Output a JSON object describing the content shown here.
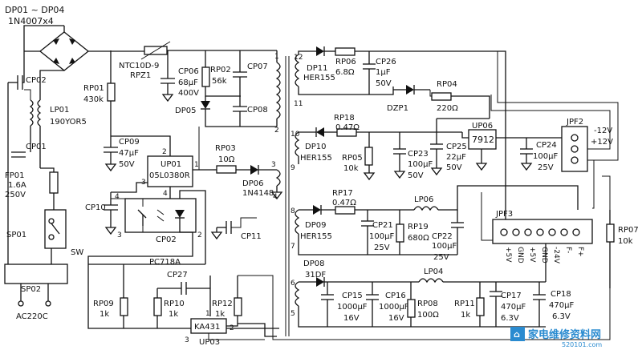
{
  "labels": {
    "dp01_04": "DP01 ~ DP04",
    "dp_type": "1N4007x4",
    "cp02": "CP02",
    "lp01": "LP01",
    "lp01_val": "190YOR5",
    "cp01": "CP01",
    "fp01": "FP01",
    "fp01_val1": "1.6A",
    "fp01_val2": "250V",
    "sp01": "SP01",
    "sw": "SW",
    "sp02": "SP02",
    "ac220": "AC220C",
    "ntc": "NTC10D-9",
    "rpz1": "RPZ1",
    "rp01": "RP01",
    "rp01_val": "430k",
    "cp06": "CP06",
    "cp06_v1": "68μF",
    "cp06_v2": "400V",
    "rp02": "RP02",
    "rp02_val": "56k",
    "cp07": "CP07",
    "cp08": "CP08",
    "dp05": "DP05",
    "cp09": "CP09",
    "cp09_v1": "47μF",
    "cp09_v2": "50V",
    "up01": "UP01",
    "up01_val": "05L0380R",
    "rp03": "RP03",
    "rp03_val": "10Ω",
    "dp06": "DP06",
    "dp06_val": "1N4148",
    "cp10": "CP10",
    "cp02b": "CP02",
    "cp11": "CP11",
    "pc718a": "PC718A",
    "cp27": "CP27",
    "rp09": "RP09",
    "rp09_val": "1k",
    "rp10": "RP10",
    "rp10_val": "1k",
    "rp12": "RP12",
    "rp12_val": "1k",
    "ka431": "KA431",
    "up03": "UP03",
    "dp11": "DP11",
    "her155a": "HER155",
    "rp06": "RP06",
    "rp06_val": "6.8Ω",
    "cp26": "CP26",
    "cp26_v1": "1μF",
    "cp26_v2": "50V",
    "rp04": "RP04",
    "rp04_val": "220Ω",
    "dzp1": "DZP1",
    "rp18": "RP18",
    "rp18_val": "0.47Ω",
    "dp10": "DP10",
    "her155b": "HER155",
    "rp05": "RP05",
    "rp05_val": "10k",
    "cp23": "CP23",
    "cp23_v1": "100μF",
    "cp23_v2": "50V",
    "cp25": "CP25",
    "cp25_v1": "22μF",
    "cp25_v2": "50V",
    "up06": "UP06",
    "ic7912": "7912",
    "cp24": "CP24",
    "cp24_v1": "100μF",
    "cp24_v2": "25V",
    "jpf2": "JPF2",
    "m12v": "-12V",
    "p12v": "+12V",
    "rp17": "RP17",
    "rp17_val": "0.47Ω",
    "lp06": "LP06",
    "dp09": "DP09",
    "her155c": "HER155",
    "cp21": "CP21",
    "cp21_v1": "100μF",
    "cp21_v2": "25V",
    "rp19": "RP19",
    "rp19_val": "680Ω",
    "cp22": "CP22",
    "cp22_v1": "100μF",
    "cp22_v2": "25V",
    "jpf3": "JPF3",
    "rp07": "RP07",
    "rp07_val": "10k",
    "dp08": "DP08",
    "dp08_val": "31DF",
    "lp04": "LP04",
    "cp15": "CP15",
    "cp15_v1": "1000μF",
    "cp15_v2": "16V",
    "cp16": "CP16",
    "cp16_v1": "1000μF",
    "cp16_v2": "16V",
    "rp08": "RP08",
    "rp08_val": "100Ω",
    "rp11": "RP11",
    "rp11_val": "1k",
    "cp17": "CP17",
    "cp17_v1": "470μF",
    "cp17_v2": "6.3V",
    "cp18": "CP18",
    "cp18_v1": "470μF",
    "cp18_v2": "6.3V",
    "watermark": "家电维修资料网",
    "watermark_url": "520101.com"
  },
  "jpf3_pins": [
    "+5V",
    "GND",
    "+5V",
    "GND",
    "-24V",
    "F-",
    "F+"
  ],
  "pins": {
    "p1": "1",
    "p2": "2",
    "p3": "3",
    "p4": "4",
    "t12": "12",
    "t11": "11",
    "t10": "10",
    "t9": "9",
    "t8": "8",
    "t7": "7",
    "t6": "6",
    "t5": "5",
    "s1": "1",
    "s2": "2",
    "s3": "3",
    "s4": "4"
  }
}
